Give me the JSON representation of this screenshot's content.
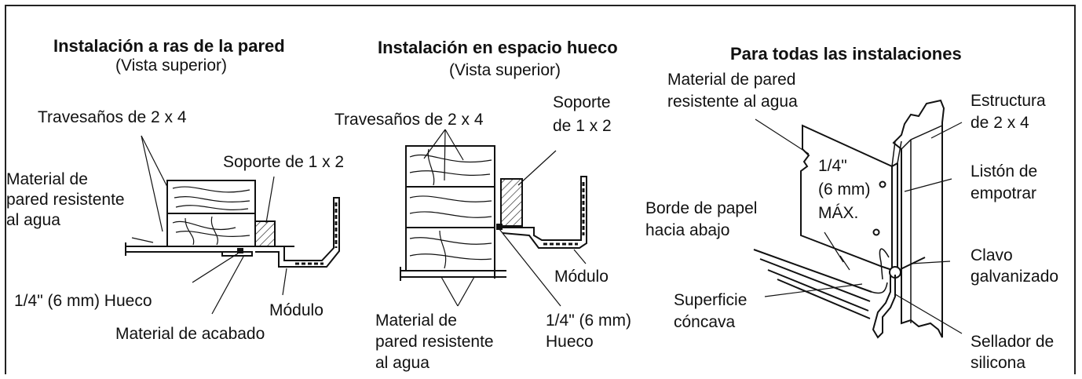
{
  "panels": {
    "flush": {
      "title": "Instalación a ras de la pared",
      "subtitle": "(Vista superior)",
      "labels": {
        "studs": "Travesaños de 2 x 4",
        "wall_material": [
          "Material de",
          "pared resistente",
          "al agua"
        ],
        "support": "Soporte de 1 x 2",
        "gap": "1/4\" (6 mm) Hueco",
        "module": "Módulo",
        "finish": "Material de acabado"
      }
    },
    "recess": {
      "title": "Instalación en espacio hueco",
      "subtitle": "(Vista superior)",
      "labels": {
        "studs": "Travesaños de 2 x 4",
        "support": [
          "Soporte",
          "de 1 x 2"
        ],
        "module": "Módulo",
        "wall_material": [
          "Material de",
          "pared resistente",
          "al agua"
        ],
        "gap": [
          "1/4\" (6 mm)",
          "Hueco"
        ]
      }
    },
    "all": {
      "title": "Para todas las instalaciones",
      "labels": {
        "wall_material": [
          "Material de pared",
          "resistente al agua"
        ],
        "max": [
          "1/4\"",
          "(6 mm)",
          "MÁX."
        ],
        "structure": [
          "Estructura",
          "de 2 x 4"
        ],
        "flange": [
          "Listón de",
          "empotrar"
        ],
        "paper_edge": [
          "Borde de papel",
          "hacia abajo"
        ],
        "nail": [
          "Clavo",
          "galvanizado"
        ],
        "surface": [
          "Superficie",
          "cóncava"
        ],
        "sealant": [
          "Sellador de",
          "silicona"
        ]
      }
    }
  }
}
